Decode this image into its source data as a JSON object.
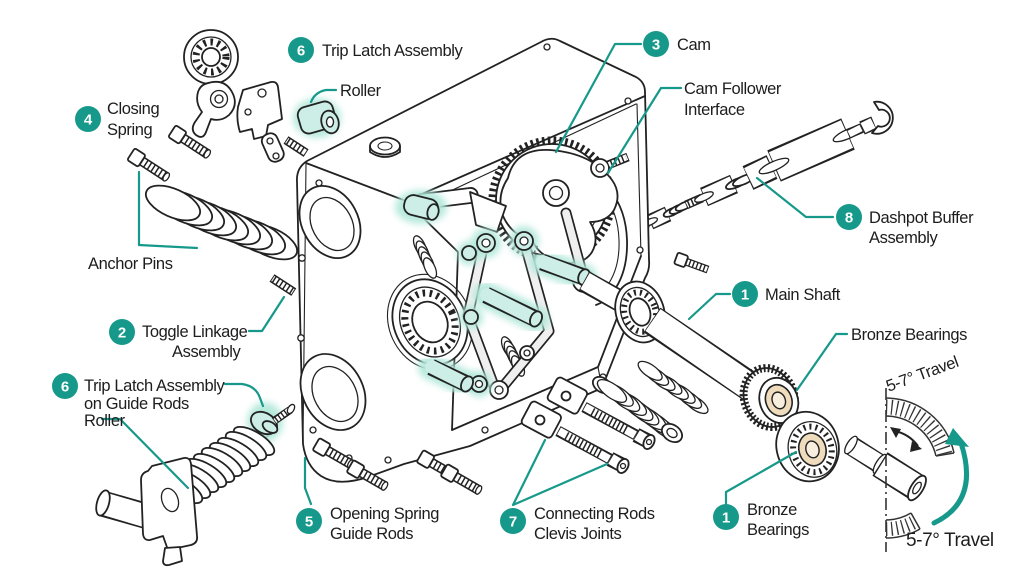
{
  "colors": {
    "accent": "#16998a",
    "highlight": "#cdeee6",
    "halo": "#b4e8db",
    "bronze": "#eedcbc"
  },
  "callouts": {
    "trip_latch_top": {
      "number": "6",
      "label": "Trip Latch Assembly"
    },
    "roller_top": {
      "label": "Roller"
    },
    "closing_spring": {
      "number": "4",
      "line1": "Closing",
      "line2": "Spring"
    },
    "cam": {
      "number": "3",
      "label": "Cam"
    },
    "cam_follower": {
      "line1": "Cam Follower",
      "line2": "Interface"
    },
    "dashpot": {
      "number": "8",
      "line1": "Dashpot Buffer",
      "line2": "Assembly"
    },
    "anchor_pins": {
      "label": "Anchor Pins"
    },
    "main_shaft": {
      "number": "1",
      "label": "Main Shaft"
    },
    "toggle_linkage": {
      "number": "2",
      "line1": "Toggle Linkage",
      "line2": "Assembly"
    },
    "bronze_bearings_right": {
      "label": "Bronze Bearings"
    },
    "trip_latch_bottom": {
      "number": "6",
      "line1": "Trip Latch Assembly",
      "line2": "on Guide Rods",
      "line3": "Roller"
    },
    "opening_spring": {
      "number": "5",
      "line1": "Opening Spring",
      "line2": "Guide Rods"
    },
    "connecting_rods": {
      "number": "7",
      "line1": "Connecting Rods",
      "line2": "Clevis Joints"
    },
    "bronze_bearings_bottom": {
      "number": "1",
      "line1": "Bronze",
      "line2": "Bearings"
    },
    "travel_top": {
      "label": "5-7° Travel"
    },
    "travel_bottom": {
      "label": "5-7° Travel"
    }
  }
}
